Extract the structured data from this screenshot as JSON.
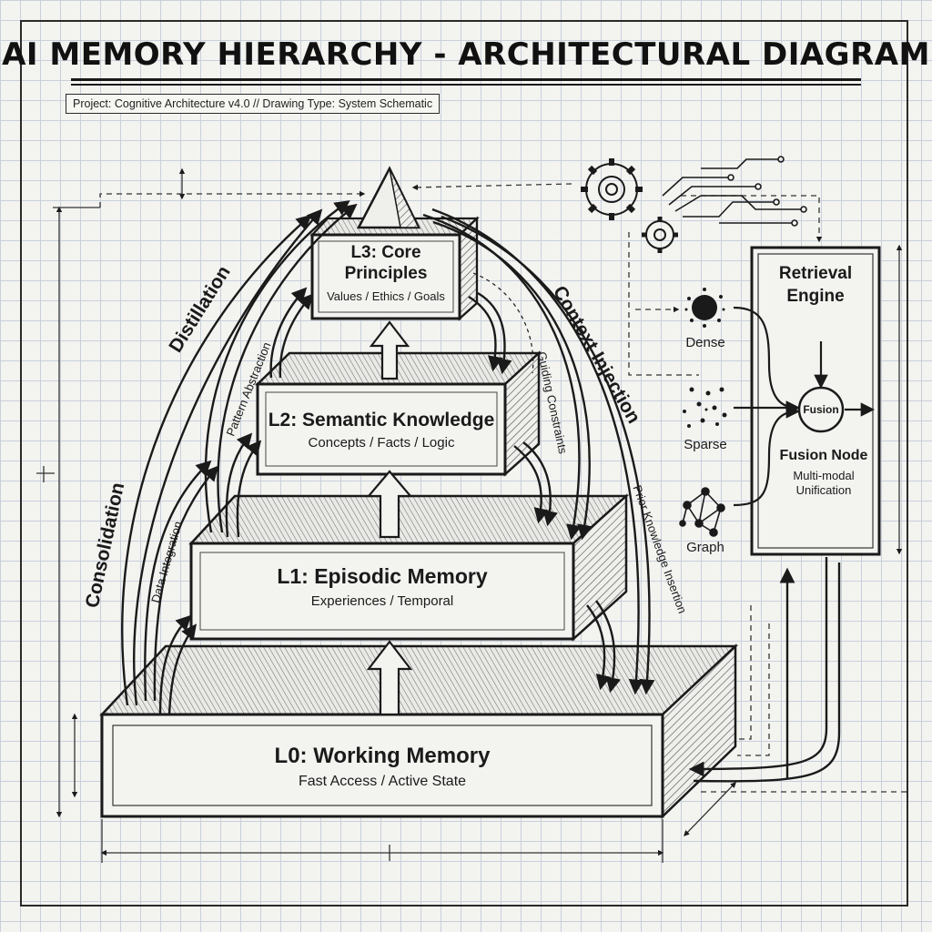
{
  "header": {
    "title": "AI MEMORY HIERARCHY - ARCHITECTURAL DIAGRAM",
    "subtitle": "Project: Cognitive Architecture v4.0  //  Drawing Type: System Schematic"
  },
  "levels": {
    "l3": {
      "title_line1": "L3: Core",
      "title_line2": "Principles",
      "subtitle": "Values / Ethics / Goals"
    },
    "l2": {
      "title": "L2: Semantic Knowledge",
      "subtitle": "Concepts / Facts / Logic"
    },
    "l1": {
      "title": "L1: Episodic Memory",
      "subtitle": "Experiences / Temporal"
    },
    "l0": {
      "title": "L0: Working Memory",
      "subtitle": "Fast Access / Active State"
    }
  },
  "flows": {
    "consolidation": "Consolidation",
    "data_integration": "Data Integration",
    "distillation": "Distillation",
    "pattern_abstraction": "Pattern Abstraction",
    "context_injection": "Context Injection",
    "guiding_constraints": "Guiding Constraints",
    "prior_knowledge_insertion": "Prior Knowledge Insertion"
  },
  "retrieval": {
    "title_line1": "Retrieval",
    "title_line2": "Engine",
    "sources": [
      "Dense",
      "Sparse",
      "Graph"
    ],
    "fusion_circle": "Fusion",
    "fusion_node_title": "Fusion Node",
    "fusion_node_line1": "Multi-modal",
    "fusion_node_line2": "Unification"
  }
}
